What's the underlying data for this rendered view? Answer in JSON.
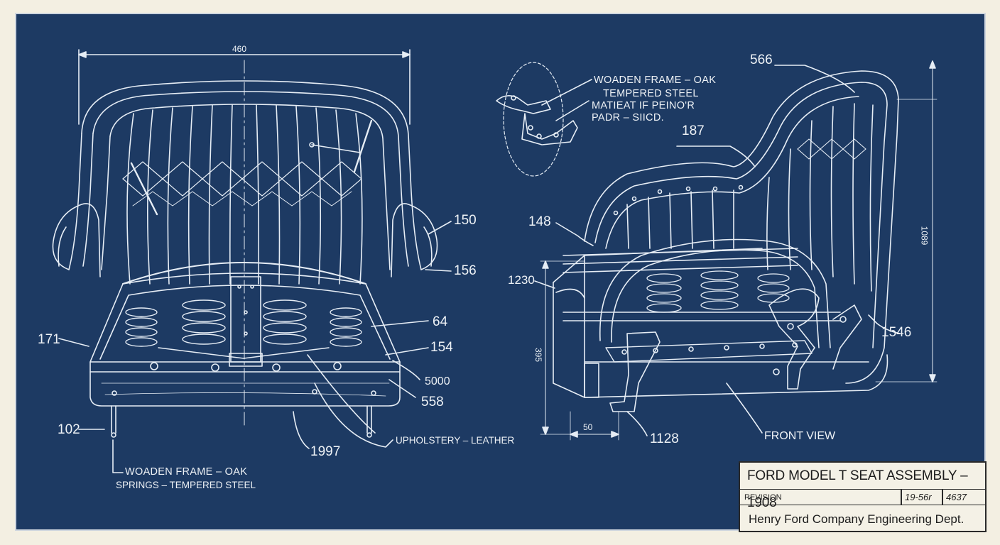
{
  "title_block": {
    "title": "FORD MODEL T SEAT ASSEMBLY – 1908",
    "revision_label": "REVISION",
    "revision_date": "19-56r",
    "revision_number": "4637",
    "company": "Henry Ford Company Engineering Dept."
  },
  "left_view": {
    "dimension_width": "460",
    "callouts": {
      "c150": "150",
      "c156": "156",
      "c64": "64",
      "c154": "154",
      "c171": "171",
      "c5000": "5000",
      "c558": "558",
      "c102": "102",
      "c1997": "1997"
    },
    "note_upholstery": "UPHOLSTERY – LEATHER",
    "note_frame": "WOADEN FRAME – OAK",
    "note_springs": "SPRINGS – TEMPERED STEEL"
  },
  "detail_view": {
    "note_line1": "WOADEN FRAME – OAK",
    "note_line2": "TEMPERED STEEL",
    "note_line3": "MATIEAT IF PEINO'R",
    "note_line4": "PADR – SIICD."
  },
  "right_view": {
    "callouts": {
      "c566": "566",
      "c187": "187",
      "c148": "148",
      "c1230": "1230",
      "c1546": "1546",
      "c1128": "1128"
    },
    "dimension_height": "1089",
    "dimension_side": "395",
    "dimension_bottom": "50",
    "view_label": "FRONT VIEW"
  },
  "colors": {
    "paper": "#f3efe2",
    "blueprint": "#1d3a63",
    "line": "#e8eef5"
  }
}
